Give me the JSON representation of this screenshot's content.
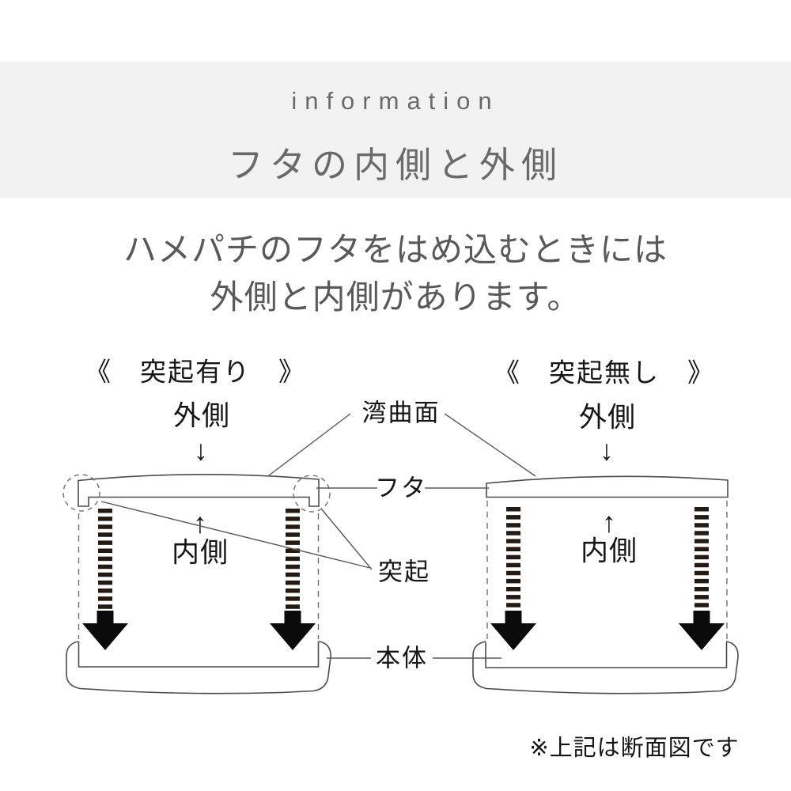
{
  "header": {
    "eyebrow": "information",
    "title": "フタの内側と外側"
  },
  "intro": {
    "line1": "ハメパチのフタをはめ込むときには",
    "line2": "外側と内側があります。"
  },
  "diagrams": {
    "left": {
      "caption": "《　突起有り　》",
      "outside": "外側",
      "inside": "内側"
    },
    "right": {
      "caption": "《　突起無し　》",
      "outside": "外側",
      "inside": "内側"
    },
    "pointer_labels": {
      "curved_surface": "湾曲面",
      "lid": "フタ",
      "protrusion": "突起",
      "body": "本体"
    },
    "note": "※上記は断面図です"
  },
  "icons": {
    "arrow_down": "↓",
    "arrow_up": "↑"
  },
  "colors": {
    "page_bg": "#ffffff",
    "banner_bg": "#f2f2f2",
    "heading_gray": "#6a6a6a",
    "body_gray": "#595959",
    "ink": "#161616",
    "outline": "#4f4b49",
    "stripe": "#241a13",
    "arrow": "#0b0b0b"
  }
}
